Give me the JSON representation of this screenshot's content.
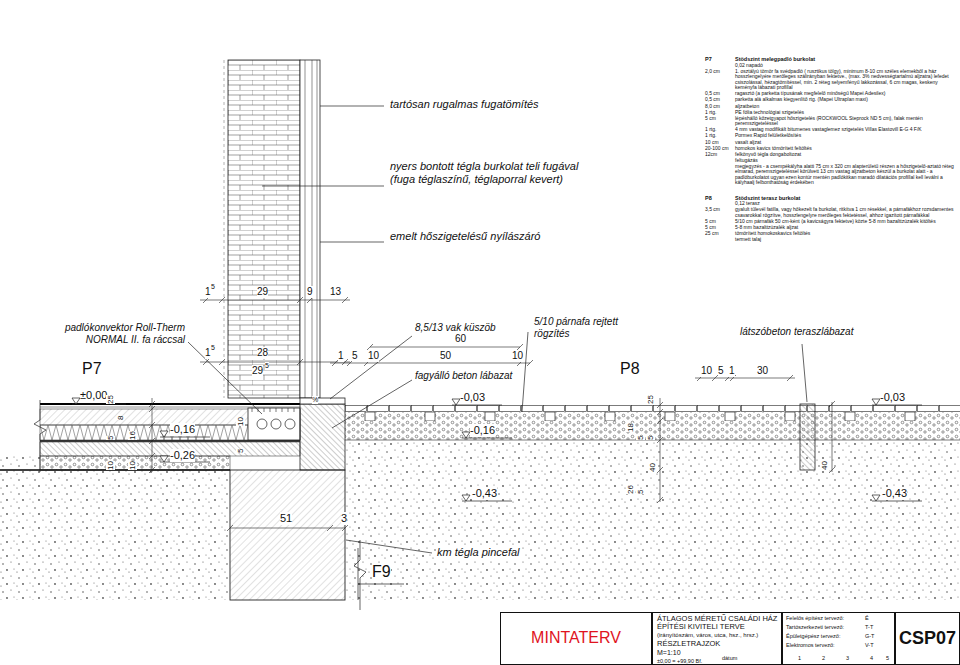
{
  "diagram": {
    "nodes": [
      {
        "text": [
          "MINTATERV"
        ]
      },
      {
        "text": [
          "ÁTLAGOS MÉRETŰ CSALÁDI HÁZ",
          "ÉPÍTÉSI KIVITELI TERVE",
          "(irányítószám, város, utca, hsz., hrsz.)",
          "RÉSZLETRAJZOK",
          "M=1:10",
          "±0,00 = +99,90 Bf."
        ]
      },
      {
        "text": [
          "Felelős építész tervező:",
          "É",
          "Tartószerkezeti tervező:",
          "T-T",
          "Épületgépész tervező:",
          "G-T",
          "Elektromos tervező:",
          "V-T"
        ]
      },
      {
        "text": [
          "CSP07"
        ]
      }
    ],
    "labels": [
      "P7",
      "Stödszint melegpadló burkolat",
      "0,02 napadó",
      "2,0 cm",
      "1. osztályú tömör fa svédpadló ( rusztikus tölgy), minimum 8-10 cm széles elemekből a ház hosszlengelyére merőleges szálirányban fektetve., (max. 3% nedvességtartalmú aljzatra) lefedet csiszolással, hézagtömítéssel, min. 2 réteg selyemfényű lakkozással, 6 cm magas, keskeny keményfa lábazati profillal",
      "0,5 cm",
      "ragasztó (a parketta típusának megfelelő minőségű Mapei Adesilex)",
      "0,5 cm",
      "parketta alá alkalmas kiegyenlítő rtg. (Mapei Ultraplan maxi)",
      "8,0 cm",
      "aljzatbeton",
      "1 rtg.",
      "PE fólia technológiai szigetelés",
      "5 cm",
      "lépéshálló kőzetgyapot hőszigetelés (ROCKWOOL Steprock ND 5 cm), falak mentén peremszigeteléssel",
      "1 rtg.",
      "4 mm vastag modifikált bitumenes vastaglemez szigetelés Villas Elastovill E-G 4 F/K",
      "1 rtg.",
      "Pormex Rapid felületkelősítés",
      "10 cm",
      "vasalt aljzat",
      "20-100 cm",
      "homokos kavics tömörített feltöltés",
      "12cm",
      "felkönyvő tégla dongaboltozat",
      "feltugázás",
      "megjegyzés - a csempékályha alatti 75 cm x 320 cm alapterületű részen a hőszigetelő-aztató réteg elmarad, peremszigeteléssel körülvett 13 cm vastag aljzatbeton készül a burkolat alatt - a padlóburkolatot ugyan ezen kontúr mentén padlókitkan maradó dilatációs profillal kell leválni a kályhaalj felbonthatóság érdekében",
      "P8",
      "Stödszint terasz burkolat",
      "0,12 terasz",
      "3,5 cm",
      "gyalult tűlevél fatilla, vagy hőkezelt fa burkolat, ritkítva 1 cm résekkel, a párnafákhoz rozsdamentes csavarokkal rögzítve, hosszlengelyre merőleges fektetéssel, ahhoz igazított párnafákkal",
      "5 cm",
      "5/10 cm párnafák 50 cm-ként (a kavicságyra fektetve) közte 5-8 mm bazalttzúzalék kitöltés",
      "5 cm",
      "5-8 mm bazalttzúzalék aljzat",
      "25 cm",
      "tömörített homokoskavics feltöltés",
      "termett talaj",
      "tartósan rugalmas fugatömítés",
      "nyers bontott tégla burkolat teli fugával (fuga téglaszínű, téglaporral kevert)",
      "emelt hőszigetelésű nyílászáró",
      "1",
      "5",
      "29",
      "9",
      "13",
      "padlókonvektor Roll-Therm NORMAL II. fa ráccsal",
      "P7",
      "1",
      "5",
      "28",
      "29",
      "5",
      "1",
      "5",
      "10",
      "8,5/13 vak küszöb",
      "60",
      "50",
      "10",
      "5/10 párnafa rejtett rögzítés",
      "fagyálló beton lábazat",
      "P8",
      "10",
      "5",
      "1",
      "30",
      "látszóbeton teraszlábazat",
      "±0,00",
      "-0,03",
      "-0,03",
      "-0,16",
      "-0,16",
      "-0,26",
      "-0,43",
      "-0,43",
      "25",
      "8",
      "16",
      "5",
      "10",
      "10",
      "10",
      "5",
      "25",
      "18",
      "5",
      "5",
      "26",
      "5",
      "40",
      "40",
      "%",
      "51",
      "3",
      "km tégla pincefal",
      "F9",
      "dátum",
      "1",
      "2",
      "3",
      "4",
      "5"
    ]
  }
}
